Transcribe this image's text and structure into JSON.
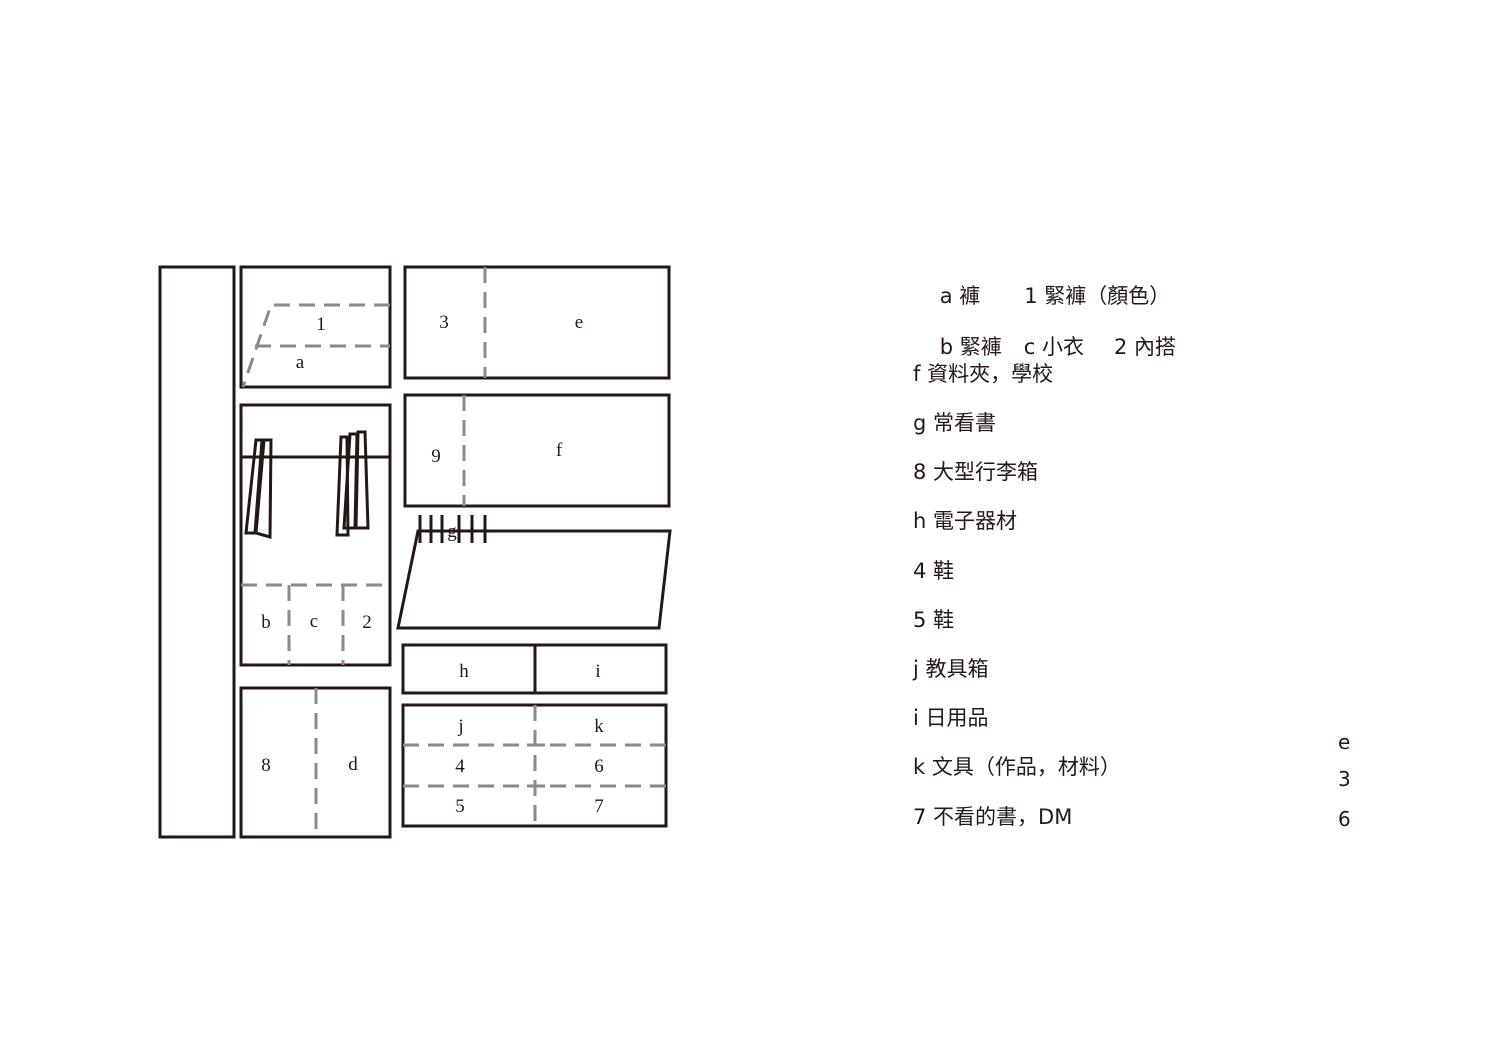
{
  "diagram": {
    "box_labels": {
      "one": "1",
      "a": "a",
      "three": "3",
      "e": "e",
      "nine": "9",
      "f": "f",
      "g": "g",
      "b": "b",
      "c": "c",
      "two": "2",
      "h": "h",
      "i": "i",
      "eight": "8",
      "d": "d",
      "j": "j",
      "k": "k",
      "four": "4",
      "six": "6",
      "five": "5",
      "seven": "7"
    },
    "colors": {
      "line": "#231815",
      "dash": "#8a8a8a"
    }
  },
  "legend": {
    "rows": [
      {
        "items": [
          "a 褲",
          "1 緊褲（顏色）"
        ]
      },
      {
        "items": [
          "b 緊褲",
          "c 小衣",
          "2 內搭"
        ]
      },
      {
        "items": [
          "f 資料夾，學校"
        ]
      },
      {
        "items": [
          "g 常看書"
        ]
      },
      {
        "items": [
          "8 大型行李箱"
        ]
      },
      {
        "items": [
          "h 電子器材"
        ]
      },
      {
        "items": [
          "4 鞋"
        ]
      },
      {
        "items": [
          "5 鞋"
        ]
      },
      {
        "items": [
          "j 教具箱"
        ]
      },
      {
        "items": [
          "i 日用品"
        ]
      },
      {
        "items": [
          "k 文具（作品，材料）"
        ]
      },
      {
        "items": [
          "7 不看的書，DM"
        ]
      }
    ]
  },
  "side_marks": [
    "e",
    "3",
    "6"
  ]
}
